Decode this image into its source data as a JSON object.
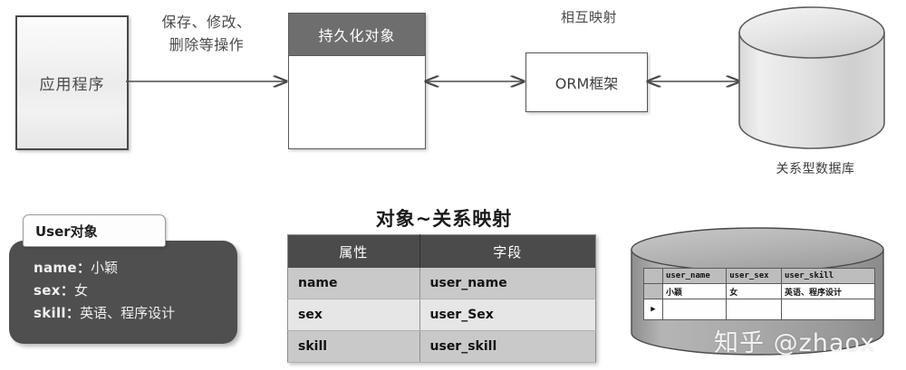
{
  "diagram": {
    "top": {
      "app_box_label": "应用程序",
      "operations_label_line1": "保存、修改、",
      "operations_label_line2": "删除等操作",
      "persistence_box_title": "持久化对象",
      "mapping_label": "相互映射",
      "orm_box_label": "ORM框架",
      "database_label": "关系型数据库"
    },
    "bottom": {
      "object_card": {
        "tab_label": "User对象",
        "fields": [
          {
            "key": "name",
            "sep": "：",
            "value": "小颖"
          },
          {
            "key": "sex",
            "sep": "：",
            "value": "女"
          },
          {
            "key": "skill",
            "sep": "：",
            "value": "英语、程序设计"
          }
        ]
      },
      "mapping_table": {
        "title": "对象~关系映射",
        "headers": [
          "属性",
          "字段"
        ],
        "rows": [
          [
            "name",
            "user_name"
          ],
          [
            "sex",
            "user_Sex"
          ],
          [
            "skill",
            "user_skill"
          ]
        ]
      },
      "database_grid": {
        "headers": [
          "user_name",
          "user_sex",
          "user_skill"
        ],
        "rows": [
          [
            "小颖",
            "女",
            "英语、程序设计"
          ]
        ],
        "new_row_marker": "▶"
      }
    },
    "watermark": "知乎 @zhaox"
  },
  "colors": {
    "dark_header": "#4b4b4b",
    "persist_header": "#6e6e6e",
    "card_dark": "#4f4f4f",
    "row_odd": "#c9c9c9",
    "row_even": "#e6e6e6",
    "stroke": "#4a4a4a",
    "cylinder_light": "#e9e9e9",
    "cylinder_mid": "#b6b6b6"
  }
}
